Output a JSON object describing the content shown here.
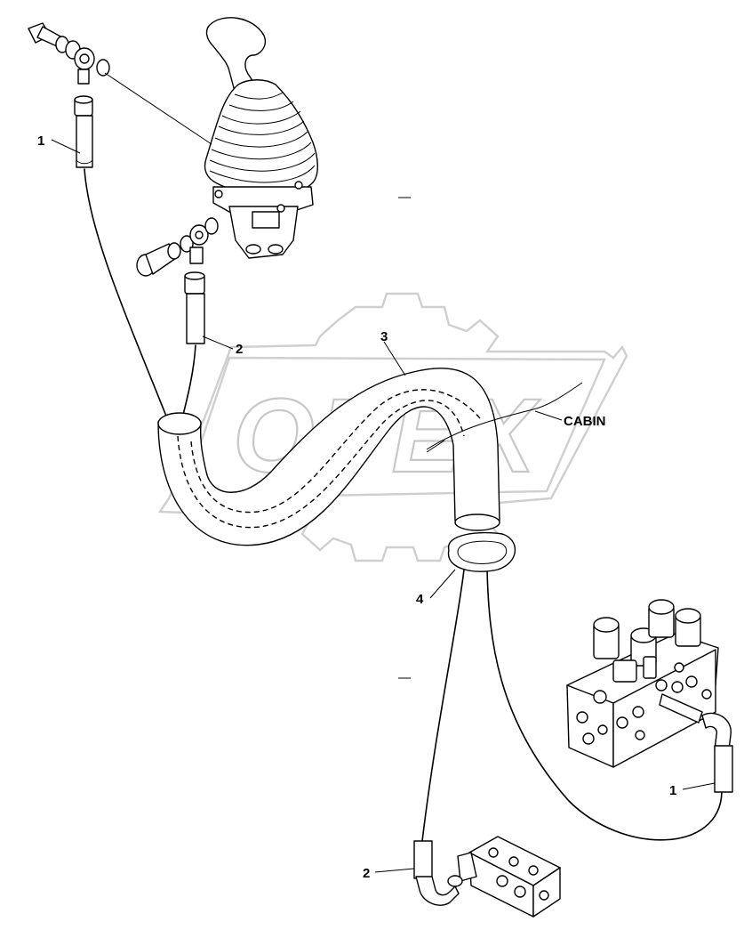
{
  "watermark": {
    "text": "OPEX"
  },
  "labels": {
    "cabin": "CABIN",
    "callouts": [
      {
        "id": "callout-1-top",
        "text": "1"
      },
      {
        "id": "callout-2-top",
        "text": "2"
      },
      {
        "id": "callout-3",
        "text": "3"
      },
      {
        "id": "callout-4",
        "text": "4"
      },
      {
        "id": "callout-1-bottom",
        "text": "1"
      },
      {
        "id": "callout-2-bottom",
        "text": "2"
      }
    ]
  },
  "icons": {
    "joystick": "joystick-control-lever-icon",
    "valve_block": "solenoid-valve-block-icon",
    "distributor": "hydraulic-distributor-block-icon"
  }
}
